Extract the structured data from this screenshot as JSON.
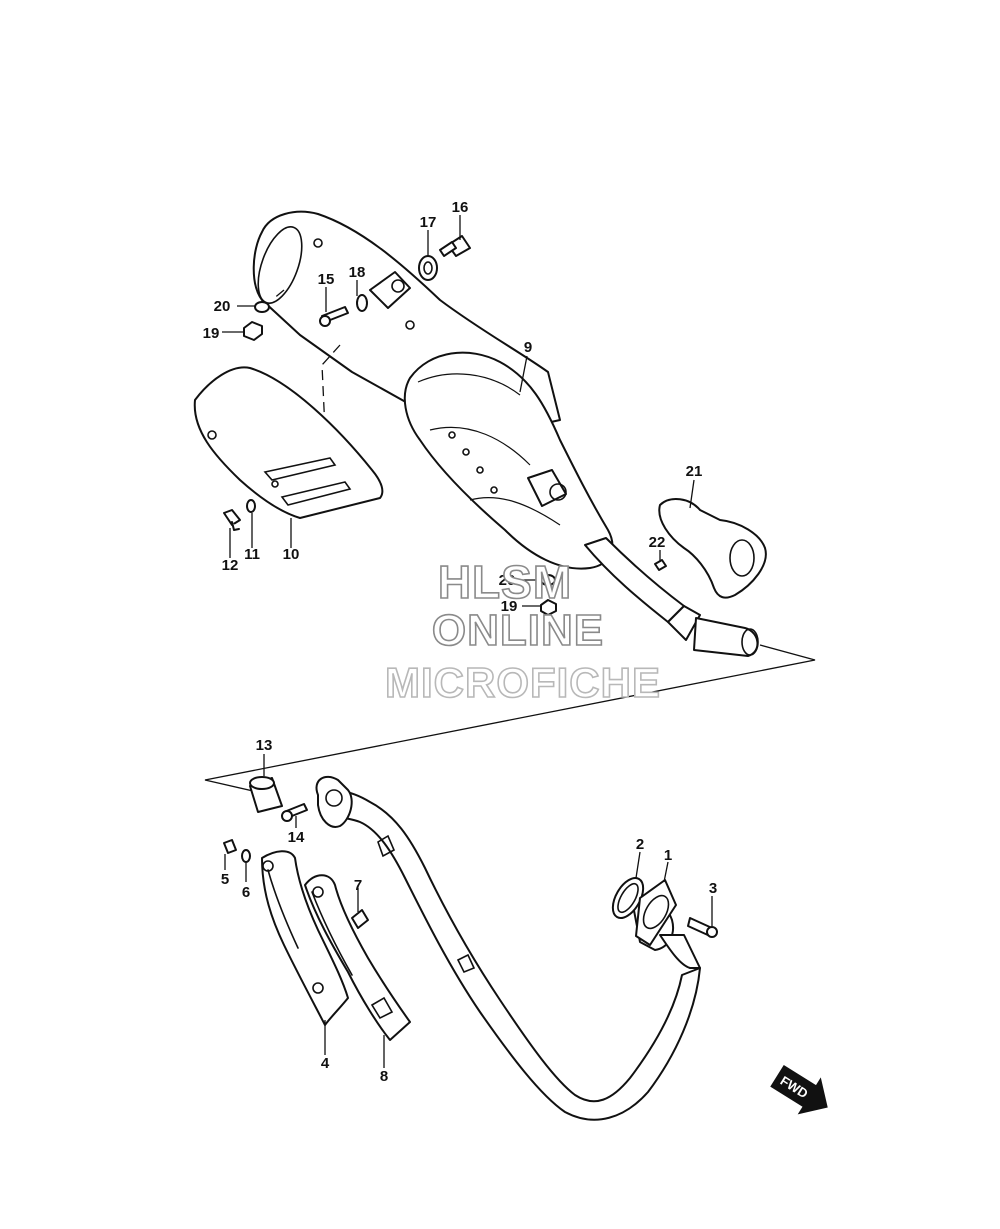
{
  "watermark": {
    "line1": "HLSM",
    "line2": "ONLINE",
    "line3": "MICROFICHE"
  },
  "callouts": [
    "1",
    "2",
    "3",
    "4",
    "5",
    "6",
    "7",
    "8",
    "9",
    "10",
    "11",
    "12",
    "13",
    "14",
    "15",
    "16",
    "17",
    "18",
    "19",
    "20",
    "21",
    "22",
    "20",
    "19"
  ],
  "fwd_label": "FWD"
}
